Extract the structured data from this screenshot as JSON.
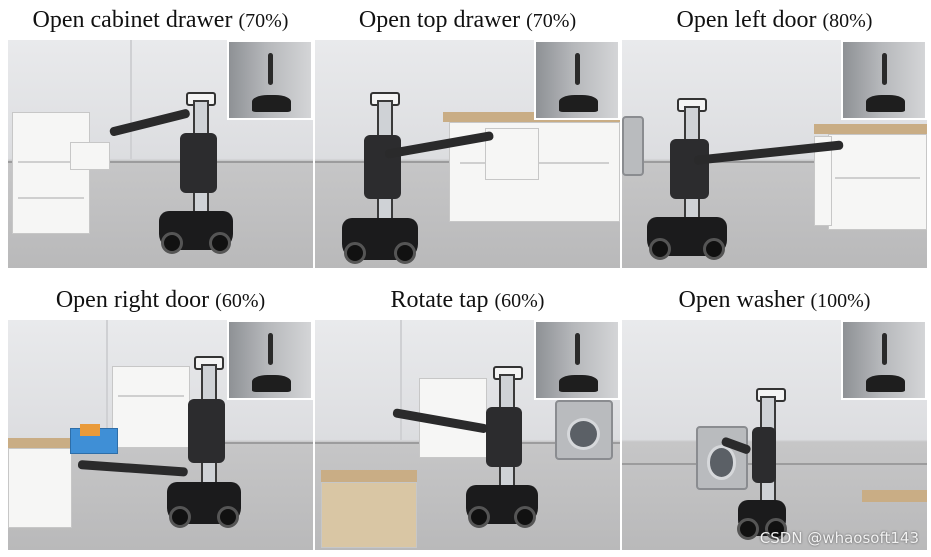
{
  "panels": [
    {
      "task": "Open cabinet drawer",
      "rate": "(70%)"
    },
    {
      "task": "Open top drawer",
      "rate": "(70%)"
    },
    {
      "task": "Open left door",
      "rate": "(80%)"
    },
    {
      "task": "Open right door",
      "rate": "(60%)"
    },
    {
      "task": "Rotate tap",
      "rate": "(60%)"
    },
    {
      "task": "Open washer",
      "rate": "(100%)"
    }
  ],
  "watermark": "CSDN @whaosoft143"
}
